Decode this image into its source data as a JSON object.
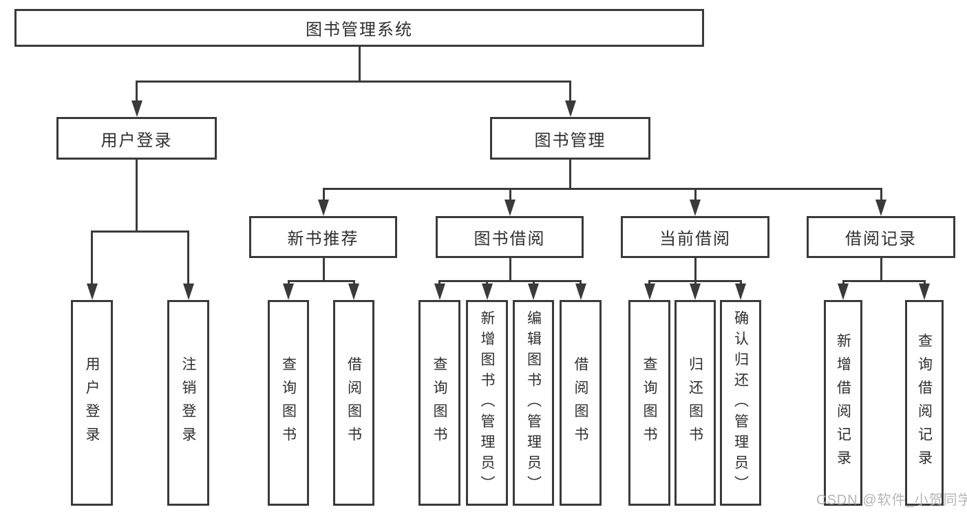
{
  "tree": {
    "root": {
      "label": "图书管理系统",
      "children": [
        {
          "label": "用户登录",
          "children": [
            {
              "label": "用户登录"
            },
            {
              "label": "注销登录"
            }
          ]
        },
        {
          "label": "图书管理",
          "children": [
            {
              "label": "新书推荐",
              "children": [
                {
                  "label": "查询图书"
                },
                {
                  "label": "借阅图书"
                }
              ]
            },
            {
              "label": "图书借阅",
              "children": [
                {
                  "label": "查询图书"
                },
                {
                  "label": "新增图书（管理员）"
                },
                {
                  "label": "编辑图书（管理员）"
                },
                {
                  "label": "借阅图书"
                }
              ]
            },
            {
              "label": "当前借阅",
              "children": [
                {
                  "label": "查询图书"
                },
                {
                  "label": "归还图书"
                },
                {
                  "label": "确认归还（管理员）"
                }
              ]
            },
            {
              "label": "借阅记录",
              "children": [
                {
                  "label": "新增借阅记录"
                },
                {
                  "label": "查询借阅记录"
                }
              ]
            }
          ]
        }
      ]
    }
  },
  "watermark": {
    "text": "CSDN @软件_小贺同学"
  },
  "colors": {
    "line": "#3a3a3a",
    "box_border": "#3a3a3a",
    "text": "#2e2e2e",
    "watermark": "#b1b1b1",
    "background": "#ffffff"
  }
}
